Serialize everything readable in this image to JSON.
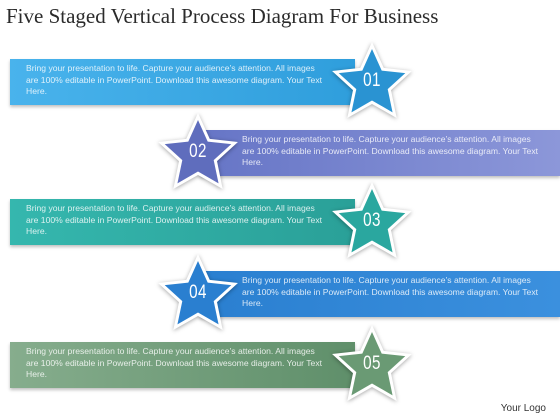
{
  "title": "Five Staged Vertical Process Diagram For Business",
  "logo": "Your Logo",
  "steps": [
    {
      "number": "01",
      "text": "Bring your presentation to life. Capture your audience’s attention. All images are 100% editable in PowerPoint. Download this awesome diagram. Your Text Here.",
      "band_color": "#2f9edc",
      "band_color_light": "#49b3ec",
      "star_color": "#2a93d2"
    },
    {
      "number": "02",
      "text": "Bring your presentation to life. Capture your audience’s attention. All images are 100% editable in PowerPoint. Download this awesome diagram. Your Text Here.",
      "band_color": "#6675c6",
      "band_color_light": "#8c97d9",
      "star_color": "#5f6dbd"
    },
    {
      "number": "03",
      "text": "Bring your presentation to life. Capture your audience’s attention. All images are 100% editable in PowerPoint. Download this awesome diagram. Your Text Here.",
      "band_color": "#2aa098",
      "band_color_light": "#35b7ae",
      "star_color": "#2aa79f"
    },
    {
      "number": "04",
      "text": "Bring your presentation to life. Capture your audience’s attention. All images are 100% editable in PowerPoint. Download this awesome diagram. Your Text Here.",
      "band_color": "#2a7fd0",
      "band_color_light": "#3b90de",
      "star_color": "#2a7fd0"
    },
    {
      "number": "05",
      "text": "Bring your presentation to life. Capture your audience’s attention. All images are 100% editable in PowerPoint. Download this awesome diagram. Your Text Here.",
      "band_color": "#5f8f6a",
      "band_color_light": "#86ad8d",
      "star_color": "#6a9a74"
    }
  ]
}
